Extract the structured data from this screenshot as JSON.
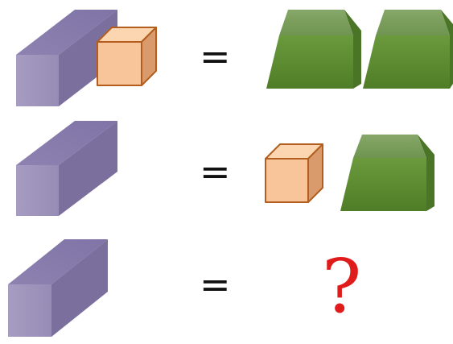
{
  "rows": [
    {
      "left": [
        "purple-prism",
        "orange-cube"
      ],
      "equals": "=",
      "right": [
        "green-frustum",
        "green-frustum"
      ]
    },
    {
      "left": [
        "purple-prism"
      ],
      "equals": "=",
      "right": [
        "orange-cube",
        "green-frustum"
      ]
    },
    {
      "left": [
        "purple-prism"
      ],
      "equals": "=",
      "right_text": "?"
    }
  ],
  "colors": {
    "prism_front": "#9E93B9",
    "prism_top": "#8A7FAE",
    "prism_side": "#7A6E9C",
    "cube_front": "#F8C49A",
    "cube_top": "#FBD6B1",
    "cube_side": "#D99A6C",
    "cube_stroke": "#B35E1E",
    "frustum_front": "#5F8E34",
    "frustum_top": "#7C9D5E",
    "frustum_side": "#4C7828",
    "question": "#E01B1B"
  }
}
